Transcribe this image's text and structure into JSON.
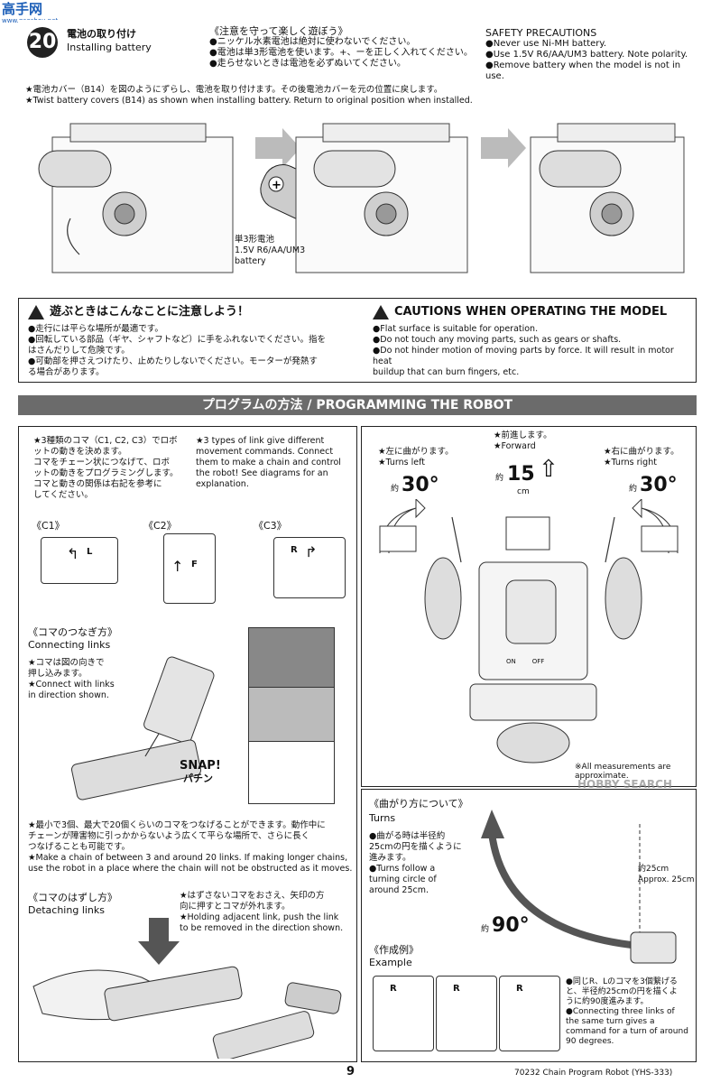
{
  "watermark_top": "高手网",
  "watermark_top_url": "www.gaoshou.net",
  "step": {
    "number": "20",
    "title_jp": "電池の取り付け",
    "title_en": "Installing battery"
  },
  "safety_jp": {
    "title": "《注意を守って楽しく遊ぼう》",
    "items": [
      "●ニッケル水素電池は絶対に使わないでください。",
      "●電池は単3形電池を使います。+、ーを正しく入れてください。",
      "●走らせないときは電池を必ずぬいてください。"
    ]
  },
  "safety_en": {
    "title": "SAFETY PRECAUTIONS",
    "items": [
      "●Never use Ni-MH battery.",
      "●Use 1.5V R6/AA/UM3 battery. Note polarity.",
      "●Remove battery when the model is not in use."
    ]
  },
  "battery_instr": [
    "★電池カバー（B14）を図のようにずらし、電池を取り付けます。その後電池カバーを元の位置に戻します。",
    "★Twist battery covers (B14) as shown when installing battery. Return to original position when installed."
  ],
  "battery_label": [
    "単3形電池",
    "1.5V R6/AA/UM3",
    "battery"
  ],
  "cautions_jp": {
    "title": "遊ぶときはこんなことに注意しよう！",
    "items": [
      "●走行には平らな場所が最適です。",
      "●回転している部品（ギヤ、シャフトなど）に手をふれないでください。指を",
      "はさんだりして危険です。",
      "●可動部を押さえつけたり、止めたりしないでください。モーターが発熱す",
      "る場合があります。"
    ]
  },
  "cautions_en": {
    "title": "CAUTIONS WHEN OPERATING THE MODEL",
    "items": [
      "●Flat surface is suitable for operation.",
      "●Do not touch any moving parts, such as gears or shafts.",
      "●Do not hinder motion of moving parts by force. It will result in motor heat",
      "buildup that can burn fingers, etc."
    ]
  },
  "section_header": "プログラムの方法 / PROGRAMMING THE ROBOT",
  "intro_jp": [
    "★3種類のコマ（C1, C2, C3）でロボ",
    "ットの動きを決めます。",
    "コマをチェーン状につなげて、ロボ",
    "ットの動きをプログラミングします。",
    "コマと動きの関係は右記を参考に",
    "してください。"
  ],
  "intro_en": [
    "★3 types of link give different",
    "movement commands. Connect",
    "them to make a chain and control",
    "the robot! See diagrams for an",
    "explanation."
  ],
  "links": [
    {
      "label": "《C1》",
      "letter": "L"
    },
    {
      "label": "《C2》",
      "letter": "F"
    },
    {
      "label": "《C3》",
      "letter": "R"
    }
  ],
  "connecting": {
    "title_jp": "《コマのつなぎ方》",
    "title_en": "Connecting links",
    "instr": [
      "★コマは図の向きで",
      "押し込みます。",
      "★Connect with links",
      "in direction shown."
    ],
    "snap_en": "SNAP!",
    "snap_jp": "パチン"
  },
  "chain_note": [
    "★最小で3個、最大で20個くらいのコマをつなげることができます。動作中に",
    "チェーンが障害物に引っかからないよう広くて平らな場所で、さらに長く",
    "つなげることも可能です。",
    "★Make a chain of between 3 and around 20 links. If making longer chains,",
    "use the robot in a place where the chain will not be obstructed as it moves."
  ],
  "detaching": {
    "title_jp": "《コマのはずし方》",
    "title_en": "Detaching links",
    "instr": [
      "★はずさないコマをおさえ、矢印の方",
      "向に押すとコマが外れます。",
      "★Holding adjacent link, push the link",
      "to be removed in the direction shown."
    ]
  },
  "movement": {
    "forward_jp": "★前進します。",
    "forward_en": "★Forward",
    "forward_approx": "約",
    "forward_value": "15",
    "forward_unit": "cm",
    "left_jp": "★左に曲がります。",
    "left_en": "★Turns left",
    "left_approx": "約",
    "left_value": "30°",
    "right_jp": "★右に曲がります。",
    "right_en": "★Turns right",
    "right_approx": "約",
    "right_value": "30°",
    "switch_on": "ON",
    "switch_off": "OFF",
    "measure_note": [
      "※All measurements are",
      "approximate."
    ]
  },
  "turns": {
    "title_jp": "《曲がり方について》",
    "title_en": "Turns",
    "instr": [
      "●曲がる時は半径約",
      "25cmの円を描くように",
      "進みます。",
      "●Turns follow a",
      "turning circle of",
      "around 25cm."
    ],
    "radius_jp": "約25cm",
    "radius_en": "Approx. 25cm",
    "angle_approx": "約",
    "angle_value": "90°"
  },
  "example": {
    "title_jp": "《作成例》",
    "title_en": "Example",
    "letters": [
      "R",
      "R",
      "R"
    ],
    "note": [
      "●同じR、Lのコマを3個繋げる",
      "と、半径約25cmの円を描くよ",
      "うに約90度進みます。",
      "●Connecting three links of",
      "the same turn gives a",
      "command for a turn of around",
      "90 degrees."
    ]
  },
  "footer": {
    "page": "9",
    "ref": "70232  Chain Program Robot (YHS-333)",
    "watermark": "HOBBY SEARCH"
  }
}
